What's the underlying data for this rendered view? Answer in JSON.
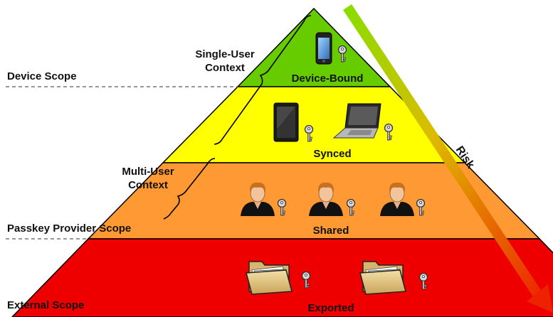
{
  "scopes": {
    "device": "Device Scope",
    "provider": "Passkey Provider Scope",
    "external": "External Scope"
  },
  "contexts": {
    "single_line1": "Single-User",
    "single_line2": "Context",
    "multi_line1": "Multi-User",
    "multi_line2": "Context"
  },
  "tiers": {
    "device_bound": "Device-Bound",
    "synced": "Synced",
    "shared": "Shared",
    "exported": "Exported"
  },
  "risk_label": "Risk",
  "colors": {
    "device_bound": "#66cc00",
    "synced": "#ffff00",
    "shared": "#ff9933",
    "exported": "#ee0000",
    "risk_start": "#88dd00",
    "risk_end": "#ee2200"
  },
  "icons": {
    "phone": "smartphone-icon",
    "tablet": "tablet-icon",
    "laptop": "laptop-icon",
    "user": "user-icon",
    "folder": "folder-icon",
    "key": "key-icon"
  }
}
